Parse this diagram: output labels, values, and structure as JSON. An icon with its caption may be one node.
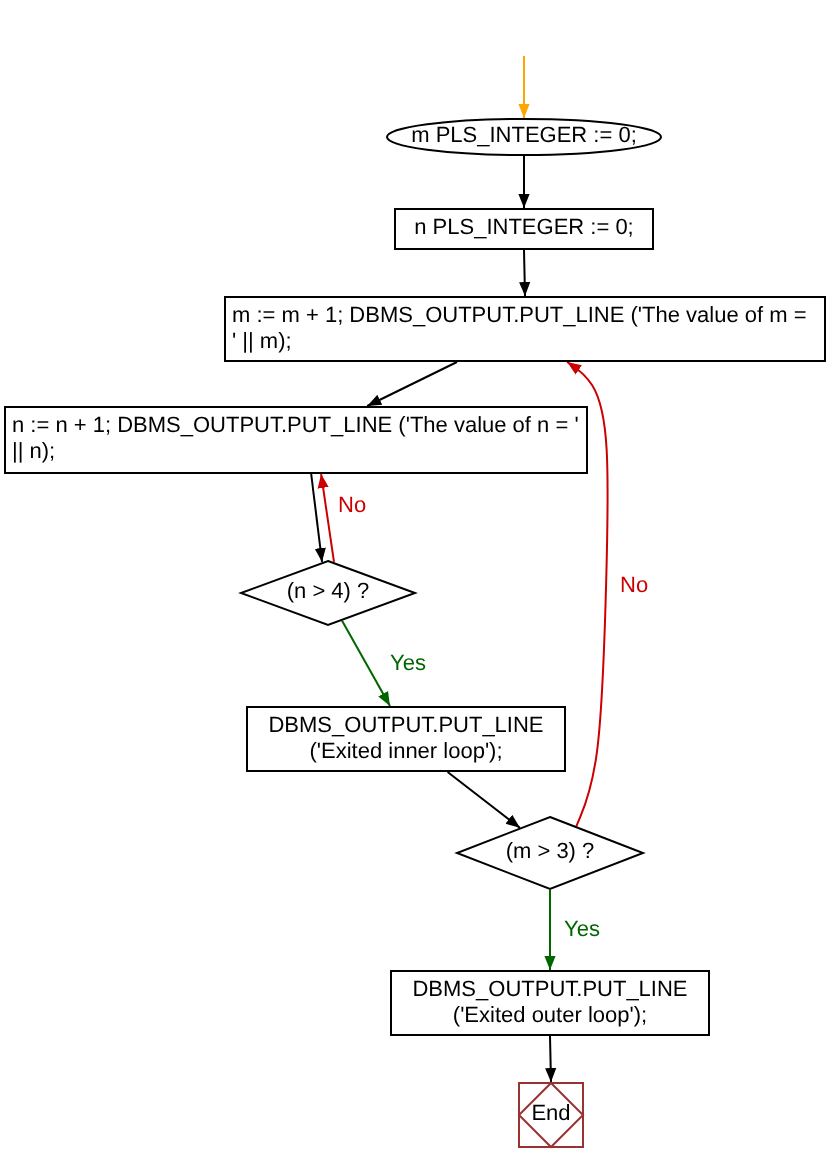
{
  "diagram": {
    "nodes": [
      {
        "text": [
          "m PLS_INTEGER := 0;"
        ]
      },
      {
        "text": [
          "n PLS_INTEGER := 0;"
        ]
      },
      {
        "text": [
          "m := m + 1; DBMS_OUTPUT.PUT_LINE ('The value of m = ' || m);"
        ]
      },
      {
        "text": [
          "n := n + 1; DBMS_OUTPUT.PUT_LINE ('The value of n = ' || n);"
        ]
      },
      {
        "text": [
          "(n > 4) ?"
        ]
      },
      {
        "text": [
          "DBMS_OUTPUT.PUT_LINE ('Exited inner loop');"
        ]
      },
      {
        "text": [
          "(m > 3) ?"
        ]
      },
      {
        "text": [
          "DBMS_OUTPUT.PUT_LINE ('Exited outer loop');"
        ]
      },
      {
        "text": [
          "End"
        ]
      }
    ],
    "edges": [
      {
        "from": null,
        "to": 0,
        "arrow": "to",
        "color": "#ffa500"
      },
      {
        "from": 0,
        "to": 1,
        "arrow": "to"
      },
      {
        "from": 1,
        "to": 2,
        "arrow": "to"
      },
      {
        "from": 2,
        "to": 3,
        "arrow": "to"
      },
      {
        "from": 3,
        "to": 4,
        "arrow": "to"
      },
      {
        "from": 4,
        "to": 3,
        "arrow": "to",
        "label": "No",
        "color": "#cc0000"
      },
      {
        "from": 4,
        "to": 5,
        "arrow": "to",
        "label": "Yes",
        "color": "#006600"
      },
      {
        "from": 5,
        "to": 6,
        "arrow": "to"
      },
      {
        "from": 6,
        "to": 2,
        "arrow": "to",
        "label": "No",
        "color": "#cc0000"
      },
      {
        "from": 6,
        "to": 7,
        "arrow": "to",
        "label": "Yes",
        "color": "#006600"
      },
      {
        "from": 7,
        "to": 8,
        "arrow": "to"
      }
    ]
  }
}
